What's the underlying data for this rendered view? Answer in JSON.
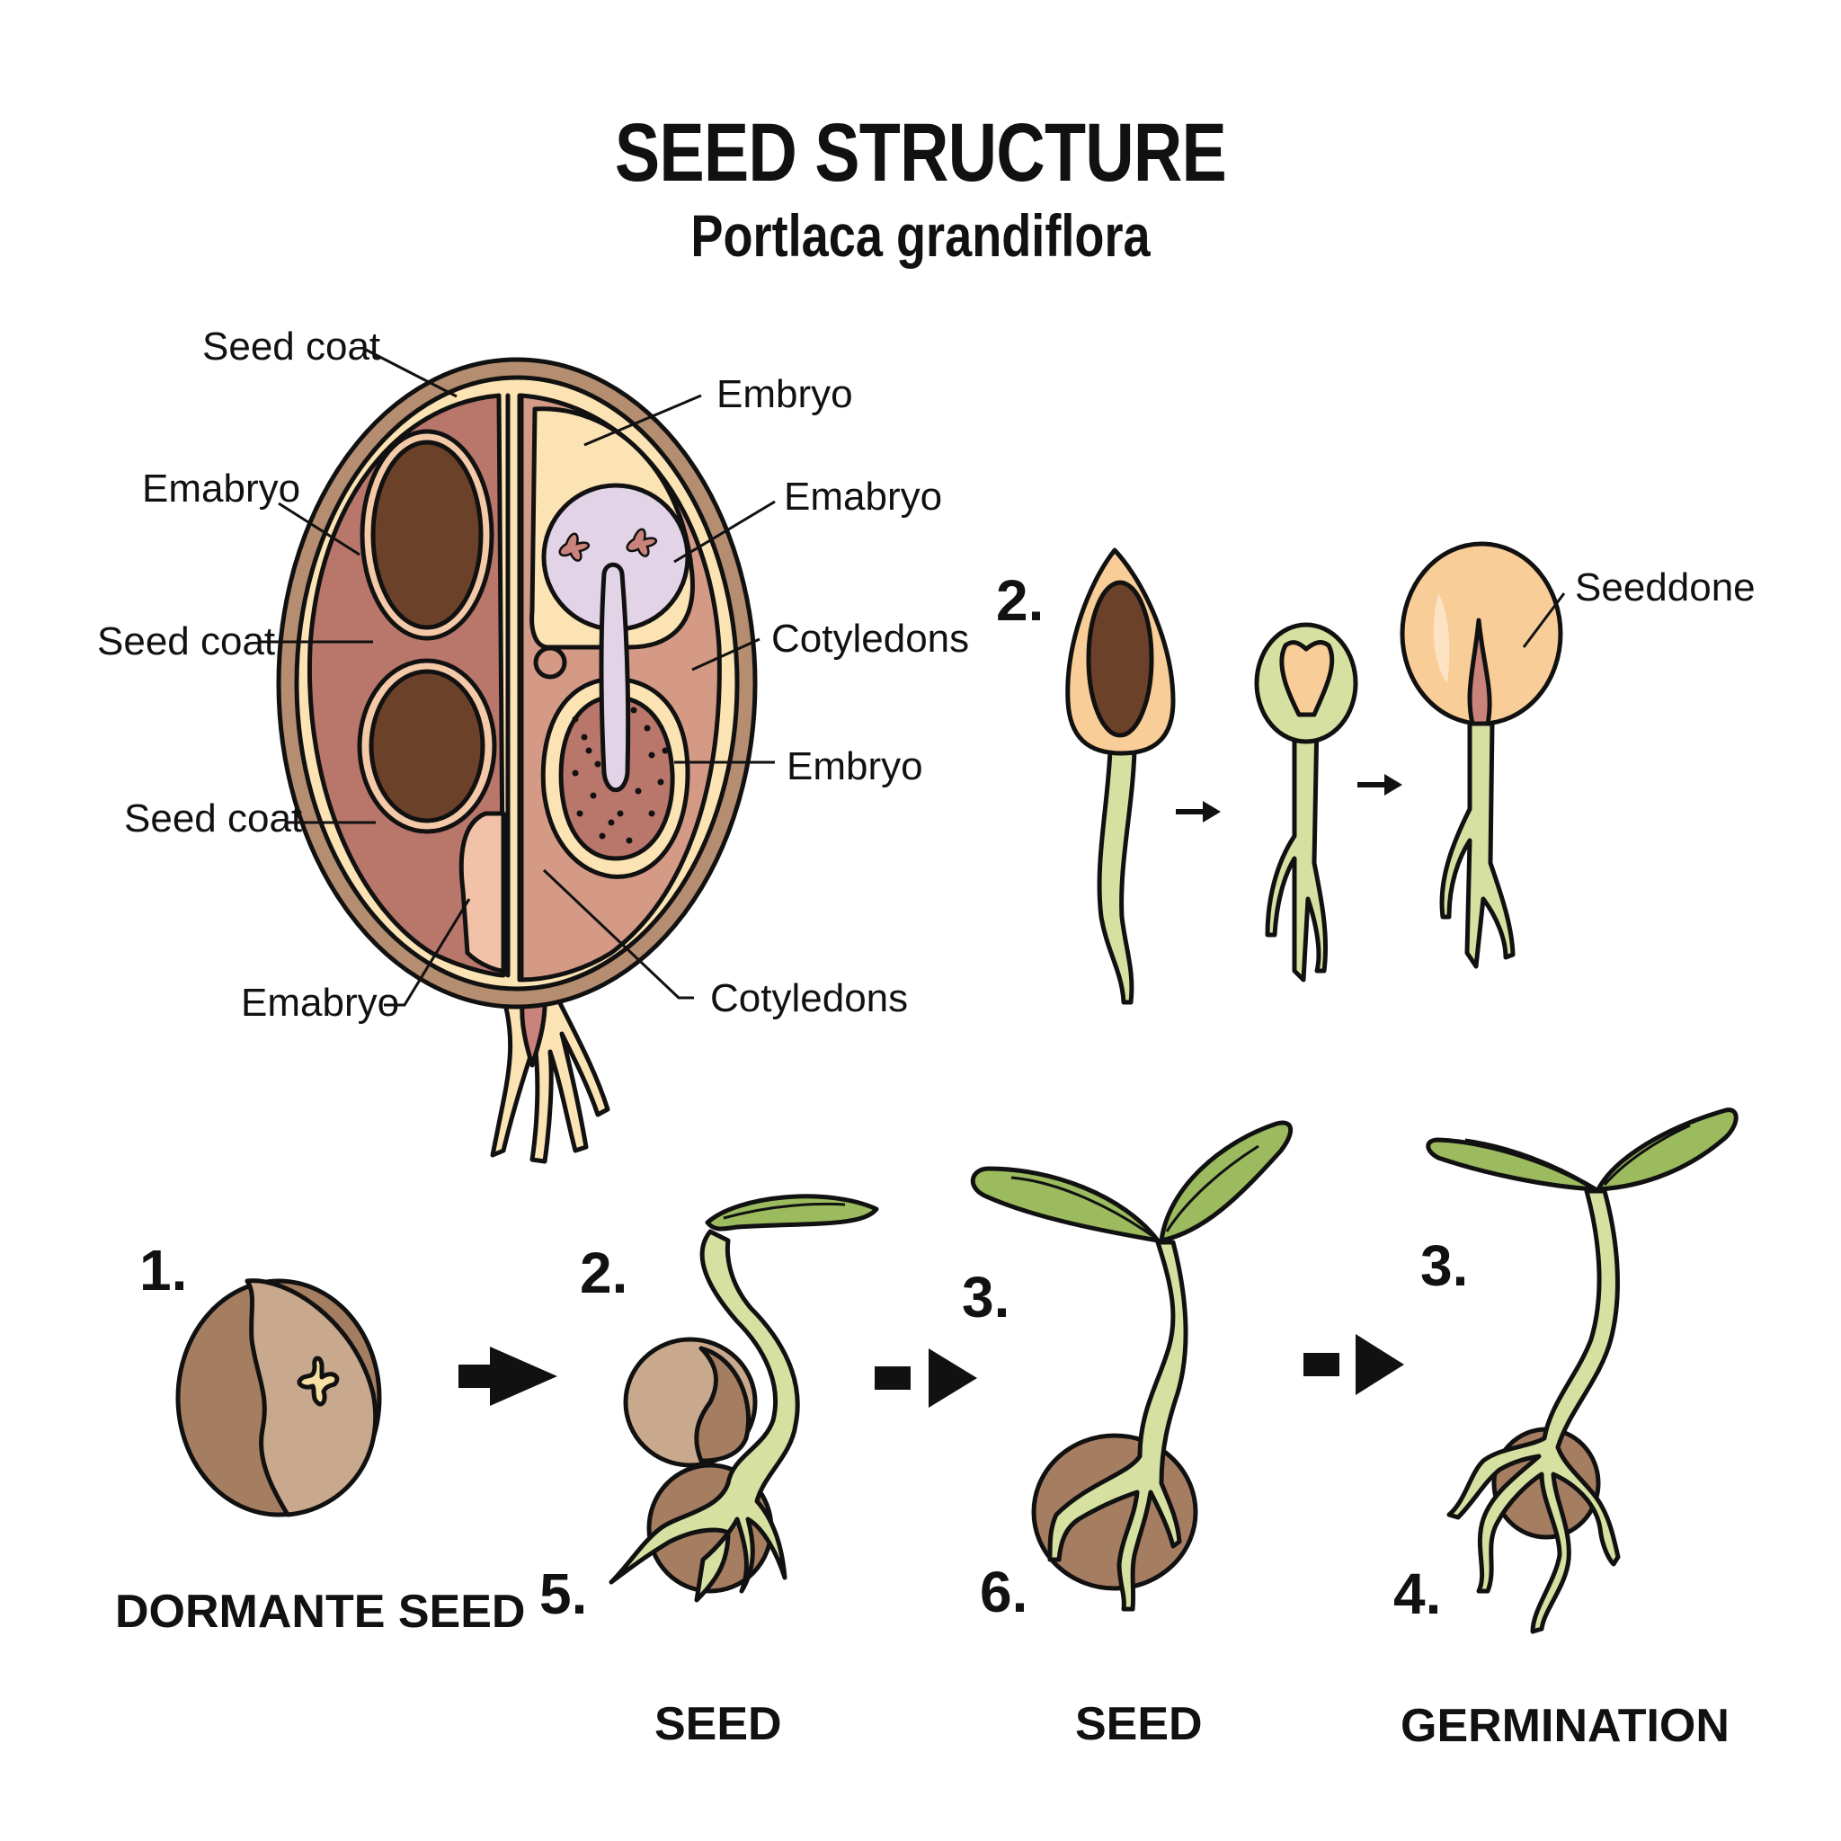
{
  "header": {
    "title": "SEED STRUCTURE",
    "subtitle": "Portlaca grandiflora"
  },
  "cross_section": {
    "labels_left": [
      "Seed coat",
      "Emabryo",
      "Seed coat",
      "Seed coat",
      "Emabryo"
    ],
    "labels_right": [
      "Embryo",
      "Emabryo",
      "Cotyledons",
      "Embryo",
      "Cotyledons"
    ]
  },
  "top_sequence": {
    "step_number": "2.",
    "callout": "Seeddone",
    "arrows": 2
  },
  "bottom_sequence": {
    "stages": [
      {
        "number": "1.",
        "caption": "DORMANTE SEED"
      },
      {
        "number": "2.",
        "secondary_number": "5.",
        "caption": "SEED"
      },
      {
        "number": "3.",
        "secondary_number": "6.",
        "caption": "SEED"
      },
      {
        "number": "3.",
        "secondary_number": "4.",
        "caption": "GERMINATION"
      }
    ]
  },
  "colors": {
    "seed_coat": "#b58d70",
    "cream_layer": "#fbe3b4",
    "inner_rose": "#b9776b",
    "dark_brown": "#6b4129",
    "lavender": "#e3d3e6",
    "leaf_green": "#9cbb5e",
    "stem_green": "#d6e0a0",
    "peach": "#f8cd98",
    "seed_brown": "#a57e62"
  }
}
